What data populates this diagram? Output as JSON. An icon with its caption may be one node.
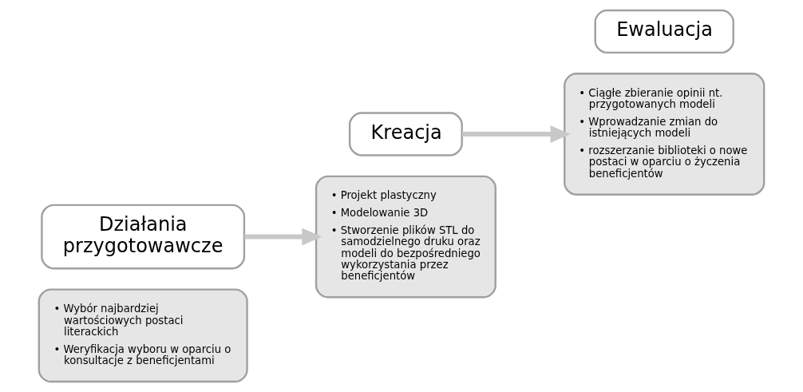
{
  "diagram": {
    "nodes": [
      {
        "text": [
          "• Wybór najbardziej wartościowych postaci literackich",
          "• Weryfikacja wyboru w oparciu o konsultacje z beneficjentami"
        ]
      },
      {
        "text": [
          "Działania przygotowawcze"
        ]
      },
      {
        "text": [
          "Kreacja"
        ]
      },
      {
        "text": [
          "• Projekt plastyczny",
          "• Modelowanie 3D",
          "• Stworzenie plików STL do samodzielnego druku oraz modeli do bezpośredniego wykorzystania przez beneficjentów"
        ]
      },
      {
        "text": [
          "• Ciągłe zbieranie opinii nt. przygotowanych modeli",
          "• Wprowadzanie zmian do istniejących modeli",
          "• rozszerzanie biblioteki o nowe postaci w oparciu o życzenia beneficjentów"
        ]
      },
      {
        "text": [
          "Ewaluacja"
        ]
      }
    ],
    "edges": [
      {
        "from": 1,
        "to": 3,
        "arrow": "to"
      },
      {
        "from": 2,
        "to": 4,
        "arrow": "to"
      }
    ]
  }
}
